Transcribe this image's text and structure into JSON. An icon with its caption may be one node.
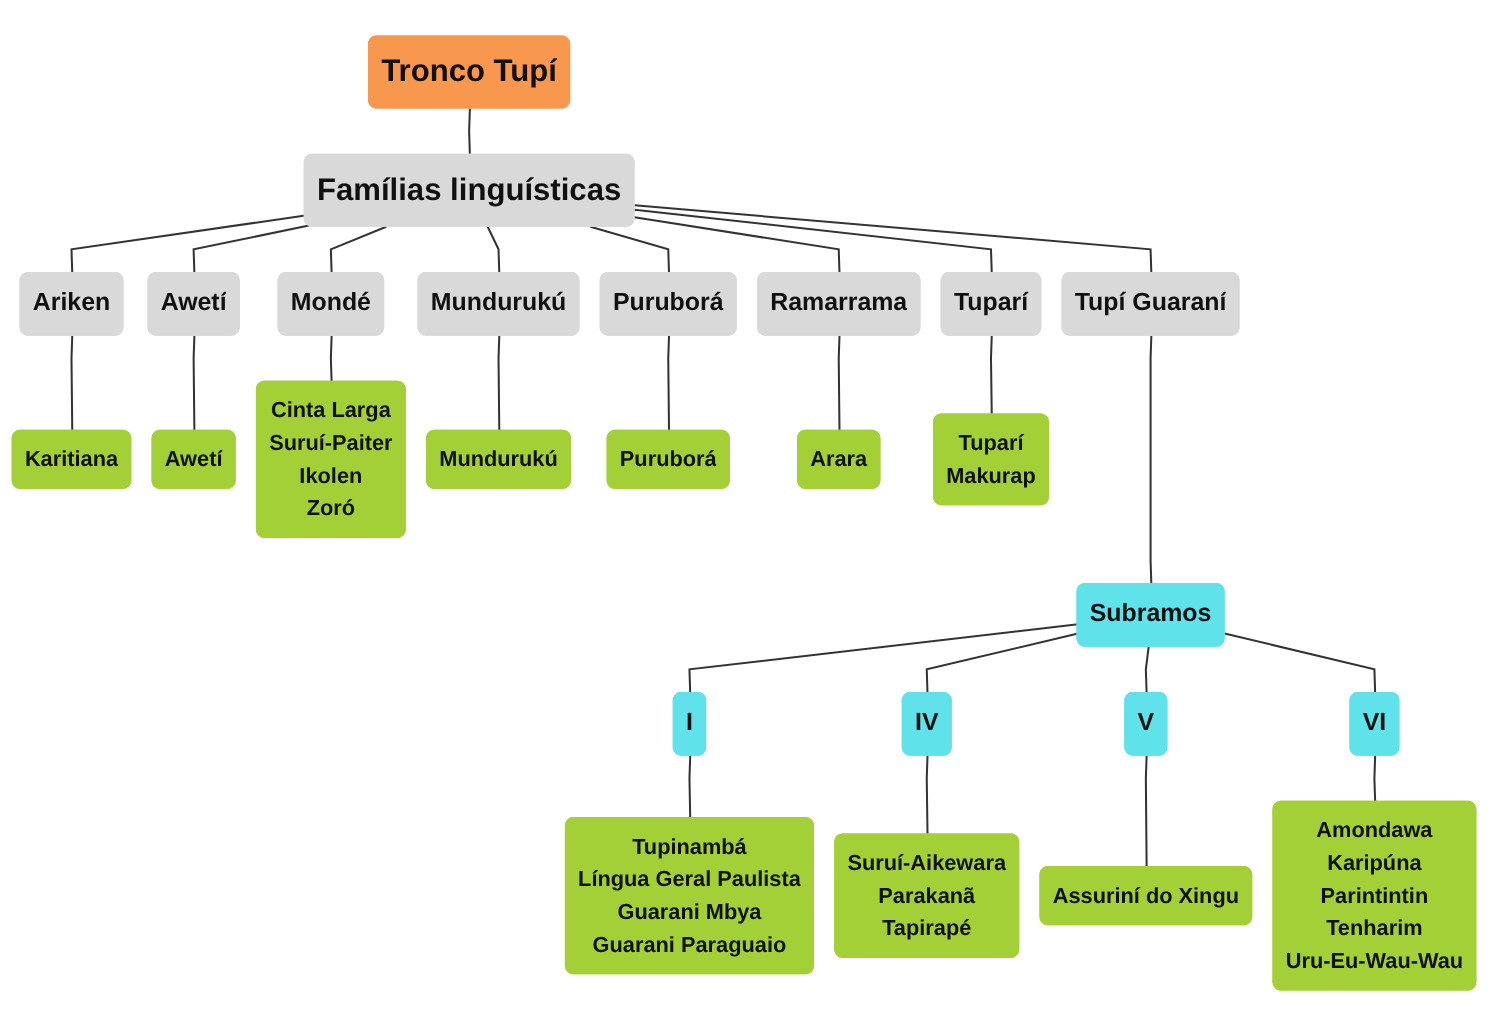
{
  "diagram": {
    "nodes": [
      {
        "text": [
          "Tronco Tupí"
        ]
      },
      {
        "text": [
          "Famílias linguísticas"
        ]
      },
      {
        "text": [
          "Ariken"
        ]
      },
      {
        "text": [
          "Awetí"
        ]
      },
      {
        "text": [
          "Mondé"
        ]
      },
      {
        "text": [
          "Mundurukú"
        ]
      },
      {
        "text": [
          "Puruborá"
        ]
      },
      {
        "text": [
          "Ramarrama"
        ]
      },
      {
        "text": [
          "Tuparí"
        ]
      },
      {
        "text": [
          "Tupí Guaraní"
        ]
      },
      {
        "text": [
          "Karitiana"
        ]
      },
      {
        "text": [
          "Awetí"
        ]
      },
      {
        "text": [
          "Cinta Larga",
          "Suruí-Paiter",
          "Ikolen",
          "Zoró"
        ]
      },
      {
        "text": [
          "Mundurukú"
        ]
      },
      {
        "text": [
          "Puruborá"
        ]
      },
      {
        "text": [
          "Arara"
        ]
      },
      {
        "text": [
          "Tuparí",
          "Makurap"
        ]
      },
      {
        "text": [
          "Subramos"
        ]
      },
      {
        "text": [
          "I"
        ]
      },
      {
        "text": [
          "IV"
        ]
      },
      {
        "text": [
          "V"
        ]
      },
      {
        "text": [
          "VI"
        ]
      },
      {
        "text": [
          "Tupinambá",
          "Língua Geral Paulista",
          "Guarani Mbya",
          "Guarani Paraguaio"
        ]
      },
      {
        "text": [
          "Suruí-Aikewara",
          "Parakanã",
          "Tapirapé"
        ]
      },
      {
        "text": [
          "Assuriní do Xingu"
        ]
      },
      {
        "text": [
          "Amondawa",
          "Karipúna",
          "Parintintin",
          "Tenharim",
          "Uru-Eu-Wau-Wau"
        ]
      }
    ],
    "edges": [
      {
        "from": 0,
        "to": 1,
        "arrow": "none"
      },
      {
        "from": 1,
        "to": 2,
        "arrow": "none"
      },
      {
        "from": 1,
        "to": 3,
        "arrow": "none"
      },
      {
        "from": 1,
        "to": 4,
        "arrow": "none"
      },
      {
        "from": 1,
        "to": 5,
        "arrow": "none"
      },
      {
        "from": 1,
        "to": 6,
        "arrow": "none"
      },
      {
        "from": 1,
        "to": 7,
        "arrow": "none"
      },
      {
        "from": 1,
        "to": 8,
        "arrow": "none"
      },
      {
        "from": 1,
        "to": 9,
        "arrow": "none"
      },
      {
        "from": 2,
        "to": 10,
        "arrow": "none"
      },
      {
        "from": 3,
        "to": 11,
        "arrow": "none"
      },
      {
        "from": 4,
        "to": 12,
        "arrow": "none"
      },
      {
        "from": 5,
        "to": 13,
        "arrow": "none"
      },
      {
        "from": 6,
        "to": 14,
        "arrow": "none"
      },
      {
        "from": 7,
        "to": 15,
        "arrow": "none"
      },
      {
        "from": 8,
        "to": 16,
        "arrow": "none"
      },
      {
        "from": 9,
        "to": 17,
        "arrow": "none"
      },
      {
        "from": 17,
        "to": 18,
        "arrow": "none"
      },
      {
        "from": 17,
        "to": 19,
        "arrow": "none"
      },
      {
        "from": 17,
        "to": 20,
        "arrow": "none"
      },
      {
        "from": 17,
        "to": 21,
        "arrow": "none"
      },
      {
        "from": 18,
        "to": 22,
        "arrow": "none"
      },
      {
        "from": 19,
        "to": 23,
        "arrow": "none"
      },
      {
        "from": 20,
        "to": 24,
        "arrow": "none"
      },
      {
        "from": 21,
        "to": 25,
        "arrow": "none"
      }
    ]
  }
}
